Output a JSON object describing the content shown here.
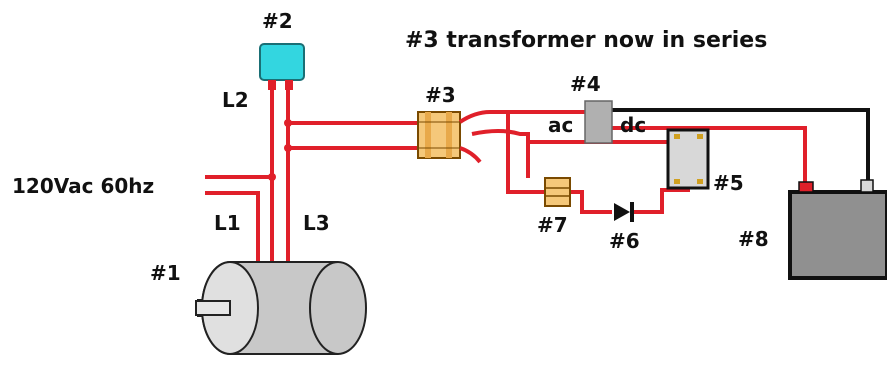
{
  "title": "#3 transformer now in series",
  "supply_label": "120Vac 60hz",
  "line_labels": {
    "l1": "L1",
    "l2": "L2",
    "l3": "L3"
  },
  "components": {
    "c1": "#1",
    "c2": "#2",
    "c3": "#3",
    "c4": "#4",
    "c5": "#5",
    "c6": "#6",
    "c7": "#7",
    "c8": "#8"
  },
  "rectifier_labels": {
    "ac": "ac",
    "dc": "dc"
  },
  "colors": {
    "wire": "#e0202a",
    "black_wire": "#111111",
    "device_cyan": "#33d6e0",
    "transformer": "#f5c87a",
    "rectifier": "#b0b0b0",
    "relay": "#d8d8d8",
    "battery": "#909090",
    "motor": "#c8c8c8"
  }
}
